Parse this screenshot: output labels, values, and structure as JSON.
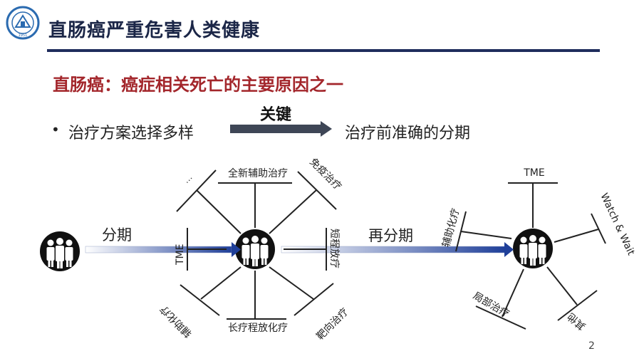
{
  "header": {
    "title": "直肠癌严重危害人类健康",
    "logo_text": "1951",
    "colors": {
      "title": "#1b2647",
      "rule": "#1f2d5c",
      "subtitle": "#a3262b"
    }
  },
  "subtitle": "直肠癌：癌症相关死亡的主要原因之一",
  "bullet": {
    "text": "治疗方案选择多样",
    "arrow_label": "关键",
    "result": "治疗前准确的分期"
  },
  "diagram": {
    "stage1_label": "分期",
    "stage2_label": "再分期",
    "hub1_options": {
      "ellipsis": "…",
      "top": "全新辅助治疗",
      "top_right": "免疫治疗",
      "left": "TME",
      "right": "短程放疗",
      "bottom_left": "辅助化疗",
      "bottom": "长疗程放化疗",
      "bottom_right": "靶向治疗"
    },
    "hub2_options": {
      "top": "TME",
      "right": "Watch & Wait",
      "left": "辅助化疗",
      "bottom_left": "局部治疗",
      "bottom_right": "其他"
    },
    "arrow_color": "#1f3f99"
  },
  "page_number": "2"
}
